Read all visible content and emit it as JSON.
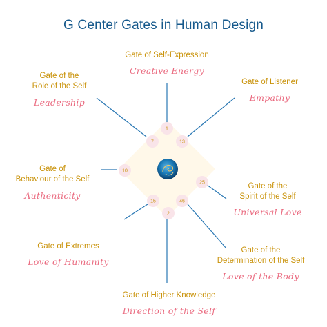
{
  "title": "G Center Gates in Human Design",
  "colors": {
    "title": "#16598c",
    "gate_title": "#c99209",
    "gate_subtitle": "#ea6b80",
    "line": "#2a78b4",
    "diamond": "#fff8e9",
    "gate_circle": "#f9e4e9",
    "center_orb": "#1a7ab7"
  },
  "center_icon": "g-center-orb-icon",
  "gates": [
    {
      "number": "1",
      "title": "Gate of Self-Expression",
      "subtitle": "Creative Energy"
    },
    {
      "number": "13",
      "title": "Gate of Listener",
      "subtitle": "Empathy"
    },
    {
      "number": "25",
      "title": "Gate of the\nSpirit of the Self",
      "subtitle": "Universal Love"
    },
    {
      "number": "46",
      "title": "Gate of the\nDetermination of the Self",
      "subtitle": "Love of the Body"
    },
    {
      "number": "2",
      "title": "Gate of Higher Knowledge",
      "subtitle": "Direction of the Self"
    },
    {
      "number": "15",
      "title": "Gate of Extremes",
      "subtitle": "Love of Humanity"
    },
    {
      "number": "10",
      "title": "Gate of\nBehaviour of the Self",
      "subtitle": "Authenticity"
    },
    {
      "number": "7",
      "title": "Gate of the\nRole of the Self",
      "subtitle": "Leadership"
    }
  ]
}
